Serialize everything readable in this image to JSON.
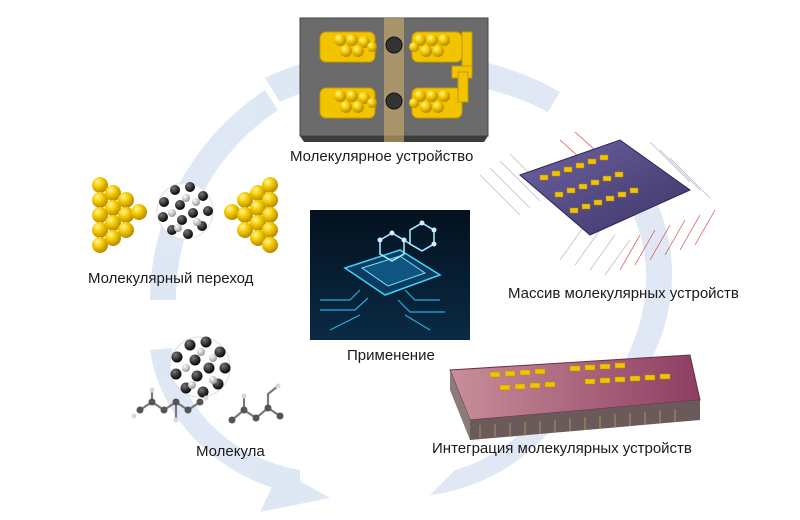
{
  "labels": {
    "device": "Молекулярное устройство",
    "array": "Массив молекулярных устройств",
    "integration": "Интеграция молекулярных устройств",
    "molecule": "Молекула",
    "junction": "Молекулярный переход",
    "application": "Применение"
  },
  "colors": {
    "cycle_arrow": "#dbe6f3",
    "gold": "#f2c400",
    "substrate": "#6b6b6b",
    "chip_glow": "#29c6ff",
    "array_board": "#5a4f8c",
    "integration_slab": "#b0687a"
  }
}
